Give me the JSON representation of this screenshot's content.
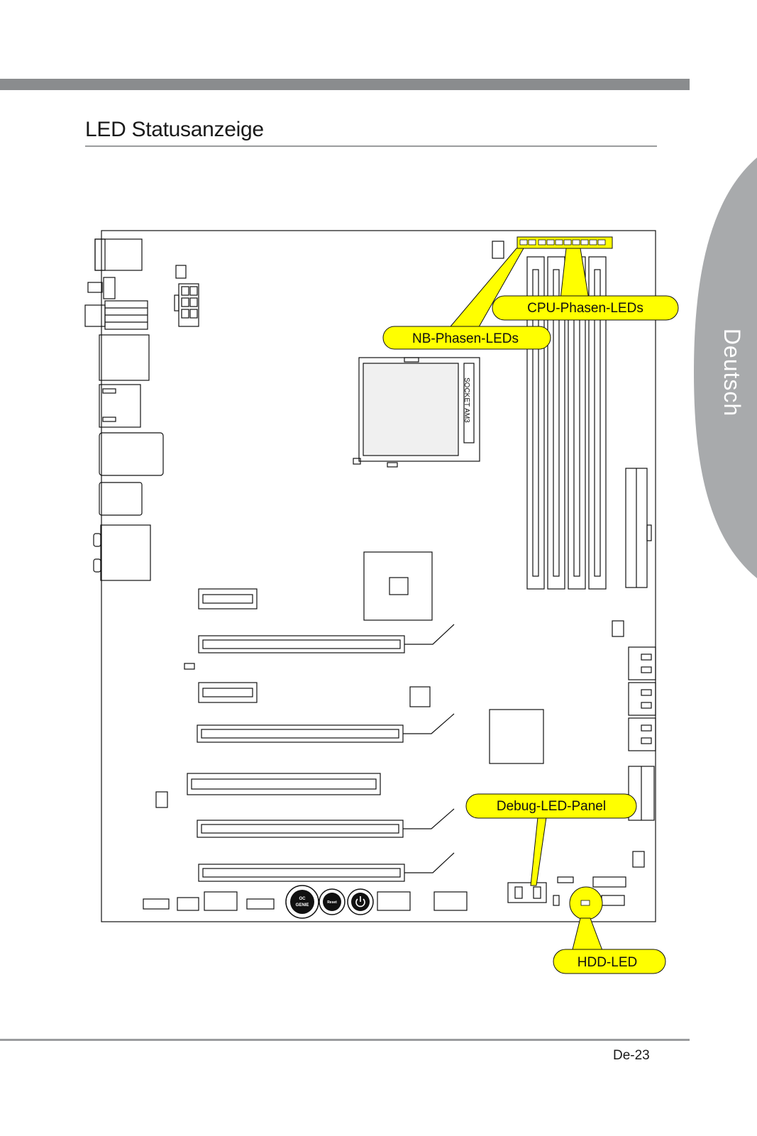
{
  "page": {
    "title": "LED Statusanzeige",
    "side_tab": "Deutsch",
    "page_number": "De-23"
  },
  "callouts": {
    "cpu_phase": "CPU-Phasen-LEDs",
    "nb_phase": "NB-Phasen-LEDs",
    "debug_panel": "Debug-LED-Panel",
    "hdd_led": "HDD-LED"
  },
  "board": {
    "socket_label": "SOCKET AM3",
    "button_oc_line1": "OC",
    "button_oc_line2": "GENIE",
    "button_reset": "Reset",
    "power_icon": "power-icon"
  },
  "colors": {
    "callout_fill": "#ffff00",
    "tab_gray": "#a8aaac",
    "bar_gray": "#8a8c8e"
  }
}
